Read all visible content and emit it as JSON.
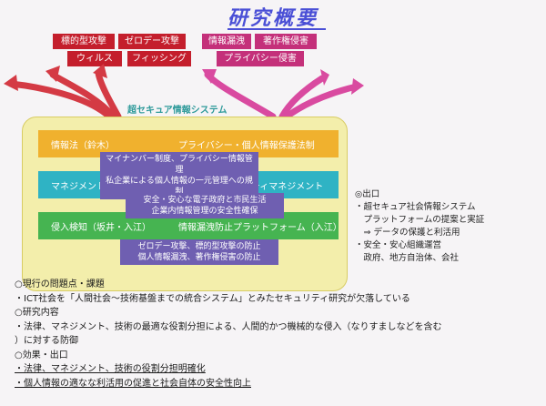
{
  "title": "研究概要",
  "threats": {
    "left_row1": [
      "標的型攻撃",
      "ゼロデー攻撃"
    ],
    "left_row2": [
      "ウィルス",
      "フィッシング"
    ],
    "right_row1": [
      "情報漏洩",
      "著作権侵害"
    ],
    "right_row2": "プライバシー侵害"
  },
  "system": {
    "label": "超セキュア情報システム",
    "bands": [
      {
        "left": "情報法（鈴木）",
        "right": "プライバシー・個人情報保護法制"
      },
      {
        "left": "マネジメント（奥村）",
        "right": "サイバーセキュリティマネジメント"
      },
      {
        "left": "侵入検知（坂井・入江）",
        "right": "情報漏洩防止プラットフォーム（入江）"
      }
    ],
    "mid_boxes": [
      [
        "マイナンバー制度、プライバシー情報管理",
        "私企業による個人情報の一元管理への規制"
      ],
      [
        "安全・安心な電子政府と市民生活",
        "企業内情報管理の安全性確保"
      ],
      [
        "ゼロデー攻撃、標的型攻撃の防止",
        "個人情報漏洩、著作権侵害の防止"
      ]
    ]
  },
  "outlet": {
    "heading": "◎出口",
    "lines": [
      "・超セキュア社会情報システム",
      "　プラットフォームの提案と実証",
      "　⇒ データの保護と利活用",
      "・安全・安心組織運営",
      "　政府、地方自治体、会社"
    ]
  },
  "bottom": {
    "lines": [
      "○現行の問題点・課題",
      "・ICT社会を「人間社会～技術基盤までの統合システム」とみたセキュリティ研究が欠落している",
      "○研究内容",
      "・法律、マネジメント、技術の最適な役割分担による、人間的かつ機械的な侵入（なりすましなどを含む",
      "）に対する防御",
      "○効果・出口",
      "・法律、マネジメント、技術の役割分担明確化",
      "・個人情報の適なな利活用の促進と社会自体の安全性向上"
    ]
  },
  "colors": {
    "threat_red": "#c41e2c",
    "threat_pink": "#c4307a",
    "title_blue": "#4a4fd6",
    "band_law": "#f0b12e",
    "band_mgmt": "#2fb3c4",
    "band_det": "#46b451",
    "mid_purple": "#6f5fb1",
    "system_bg": "#f3eeab"
  }
}
